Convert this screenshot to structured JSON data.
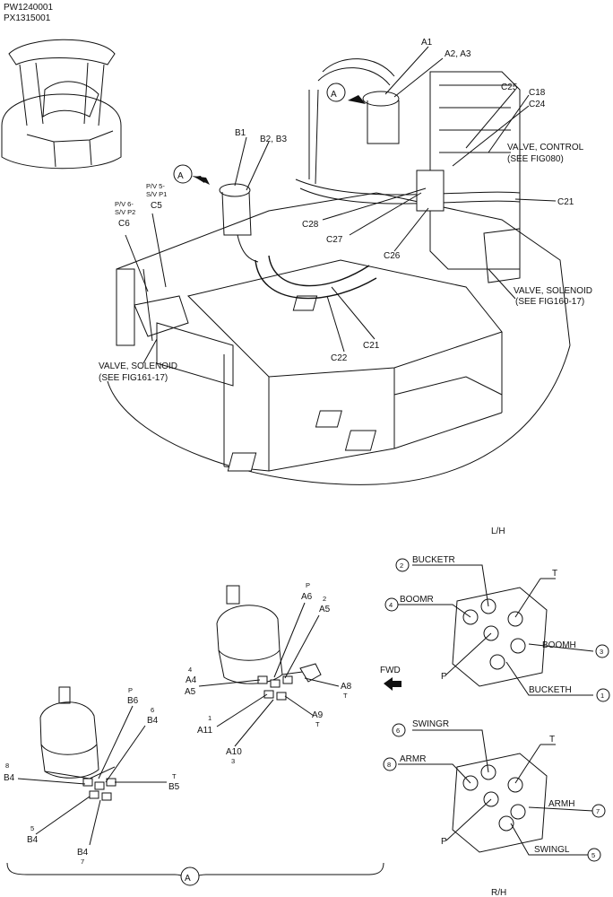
{
  "header": {
    "code_1": "PW1240001",
    "code_2": "PX1315001"
  },
  "top_view": {
    "view_marker": "A",
    "labels": {
      "A1": "A1",
      "A2A3": "A2, A3",
      "C25": "C25",
      "C18": "C18",
      "C24": "C24",
      "valve_control_1": "VALVE, CONTROL",
      "valve_control_2": "(SEE FIG080)",
      "C21a": "C21",
      "B1": "B1",
      "B2B3": "B2, B3",
      "pv5": "P/V 5-",
      "sv1": "S/V P1",
      "C5": "C5",
      "pv6": "P/V 6-",
      "sv2": "S/V P2",
      "C6": "C6",
      "C28": "C28",
      "C27": "C27",
      "C26": "C26",
      "valve_sol_r1": "VALVE, SOLENOID",
      "valve_sol_r2": "(SEE FIG160-17)",
      "C21b": "C21",
      "C22": "C22",
      "valve_sol_l1": "VALVE, SOLENOID",
      "valve_sol_l2": "(SEE FIG161-17)"
    }
  },
  "detail_a": {
    "marker": "A",
    "left_lever": {
      "P": "P",
      "B6": "B6",
      "n6": "6",
      "B4_6": "B4",
      "n8": "8",
      "B4_8": "B4",
      "T": "T",
      "B5": "B5",
      "n5": "5",
      "B4_5": "B4",
      "B4_7": "B4",
      "n7": "7"
    },
    "right_lever": {
      "P": "P",
      "A6": "A6",
      "n2": "2",
      "A5_2": "A5",
      "n4": "4",
      "A4": "A4",
      "A5": "A5",
      "A8": "A8",
      "T8": "T",
      "n1": "1",
      "A11": "A11",
      "A9": "A9",
      "T9": "T",
      "A10": "A10",
      "n3": "3"
    }
  },
  "lh_port": {
    "side": "L/H",
    "ports": [
      {
        "num": "2",
        "name": "BUCKETR"
      },
      {
        "num": "4",
        "name": "BOOMR"
      },
      {
        "num": "3",
        "name": "BOOMH"
      },
      {
        "num": "1",
        "name": "BUCKETH"
      }
    ],
    "T": "T",
    "P": "P"
  },
  "fwd": "FWD",
  "rh_port": {
    "side": "R/H",
    "ports": [
      {
        "num": "6",
        "name": "SWINGR"
      },
      {
        "num": "8",
        "name": "ARMR"
      },
      {
        "num": "7",
        "name": "ARMH"
      },
      {
        "num": "5",
        "name": "SWINGL"
      }
    ],
    "T": "T",
    "P": "P"
  }
}
